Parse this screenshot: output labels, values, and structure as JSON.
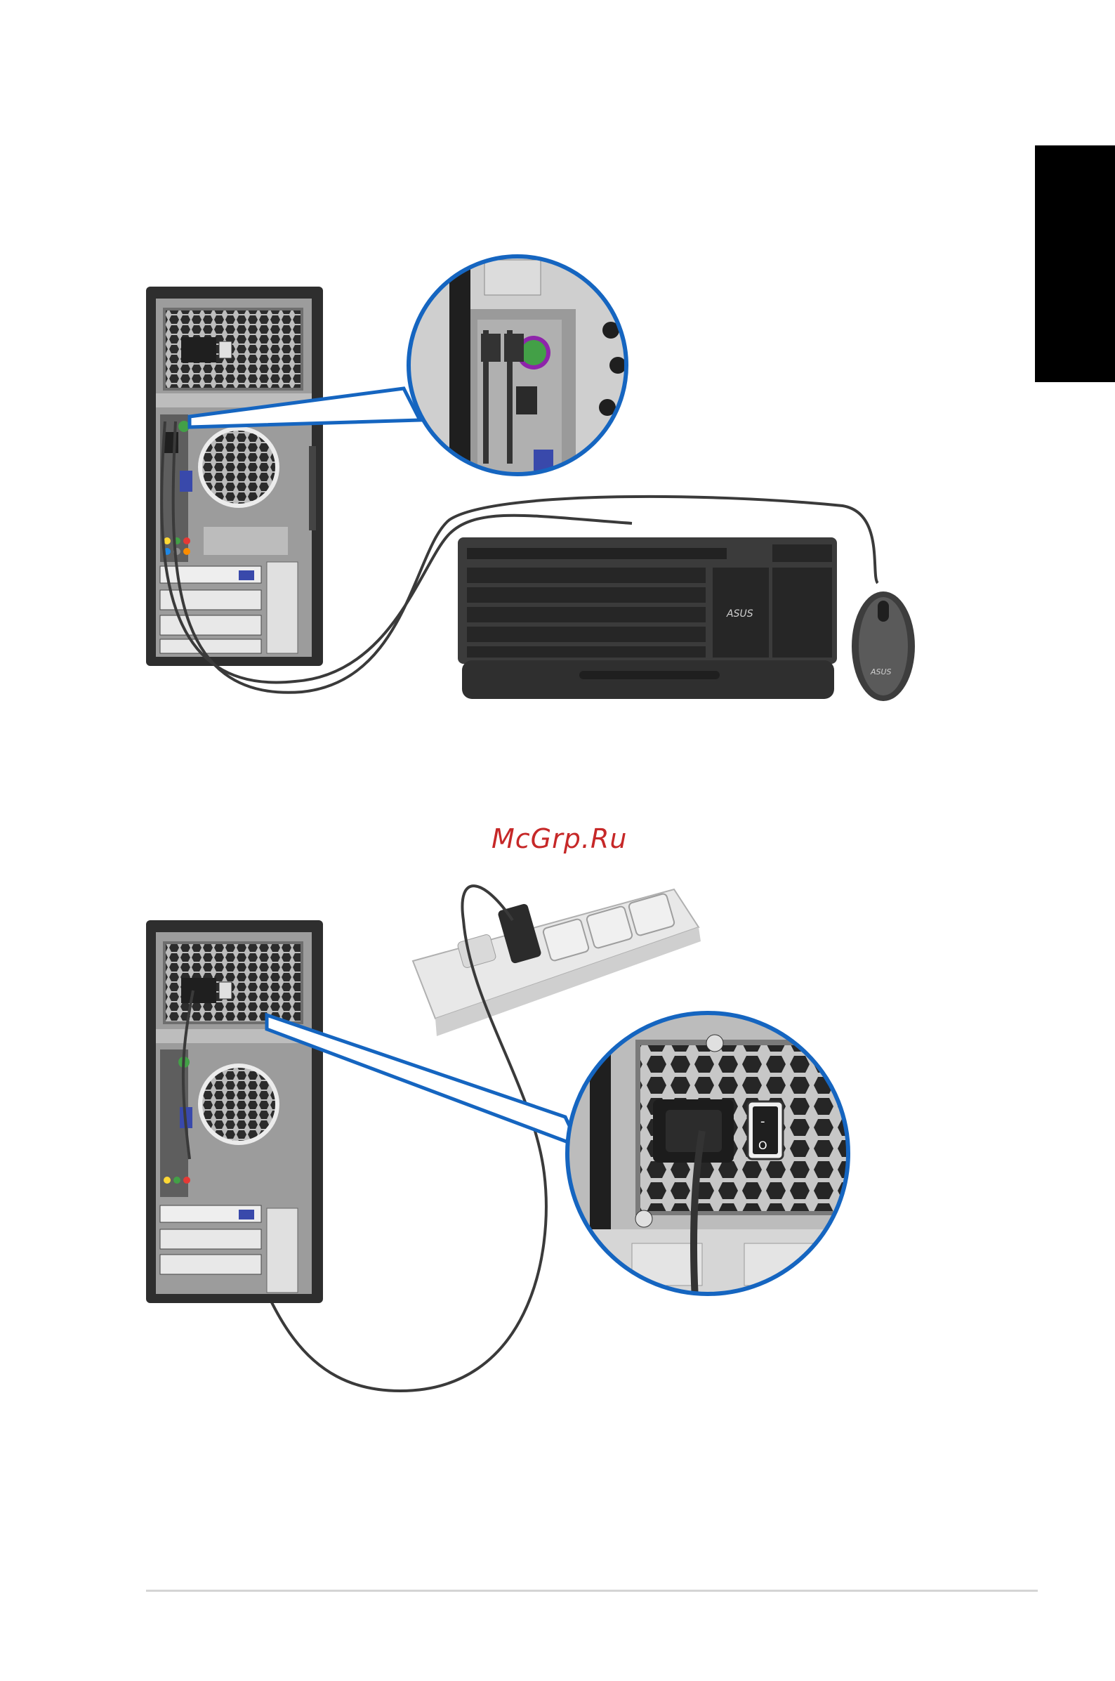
{
  "watermark": {
    "text": "McGrp.Ru"
  },
  "keyboard": {
    "brand": "ASUS"
  },
  "mouse": {
    "brand": "ASUS"
  },
  "power_switch": {
    "on_mark": "-",
    "off_mark": "O"
  },
  "colors": {
    "callout_blue": "#1565c0",
    "tower_dark": "#2e2e2e",
    "tower_panel": "#a8a8a8",
    "ps2_purple": "#8e24aa",
    "ps2_green": "#43a047",
    "vga_blue": "#3949ab"
  }
}
